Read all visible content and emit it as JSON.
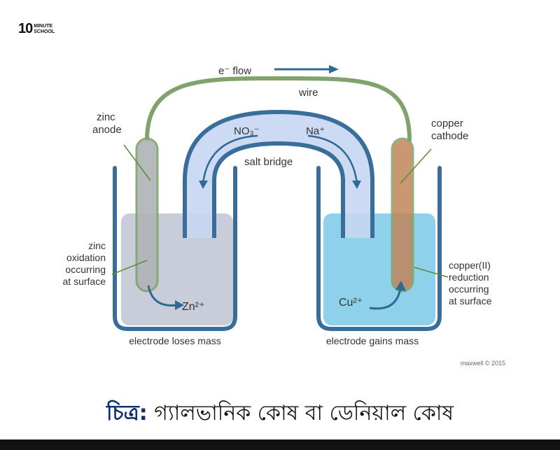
{
  "logo": {
    "number": "10",
    "line1": "MINUTE",
    "line2": "SCHOOL"
  },
  "diagram": {
    "electron_flow": "e⁻ flow",
    "wire": "wire",
    "anode_label": [
      "zinc",
      "anode"
    ],
    "cathode_label": [
      "copper",
      "cathode"
    ],
    "salt_bridge": "salt bridge",
    "anion": "NO₃⁻",
    "cation": "Na⁺",
    "left_process": [
      "zinc",
      "oxidation",
      "occurring",
      "at surface"
    ],
    "right_process": [
      "copper(II)",
      "reduction",
      "occurring",
      "at surface"
    ],
    "left_ion": "Zn²⁺",
    "right_ion": "Cu²⁺",
    "left_mass": "electrode loses mass",
    "right_mass": "electrode gains mass",
    "credit": "maxwell © 2015"
  },
  "caption": {
    "prefix": "চিত্র:",
    "text": "গ্যালভানিক কোষ বা ডেনিয়াল কোষ"
  },
  "colors": {
    "wire": "#7fa36b",
    "beaker": "#3a6e9a",
    "left_solution": "#c9ccd9",
    "right_solution": "#8fd0ea",
    "bridge_fill": "#c8d6f2",
    "zinc": "#b0b3b6",
    "copper": "#c0865a"
  }
}
